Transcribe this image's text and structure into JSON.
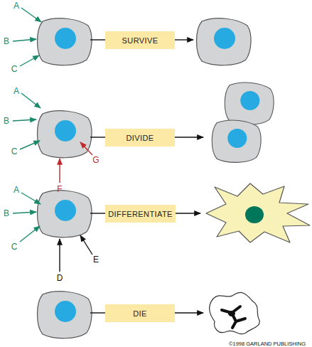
{
  "diagram": {
    "nodes": [
      {
        "text": [
          "SURVIVE"
        ]
      },
      {
        "text": [
          "DIVIDE"
        ]
      },
      {
        "text": [
          "DIFFERENTIATE"
        ]
      },
      {
        "text": [
          "DIE"
        ]
      }
    ],
    "labels": [
      "A",
      "B",
      "C",
      "A",
      "B",
      "C",
      "F",
      "G",
      "A",
      "B",
      "C",
      "D",
      "E",
      "©1998 GARLAND PUBLISHING"
    ]
  }
}
